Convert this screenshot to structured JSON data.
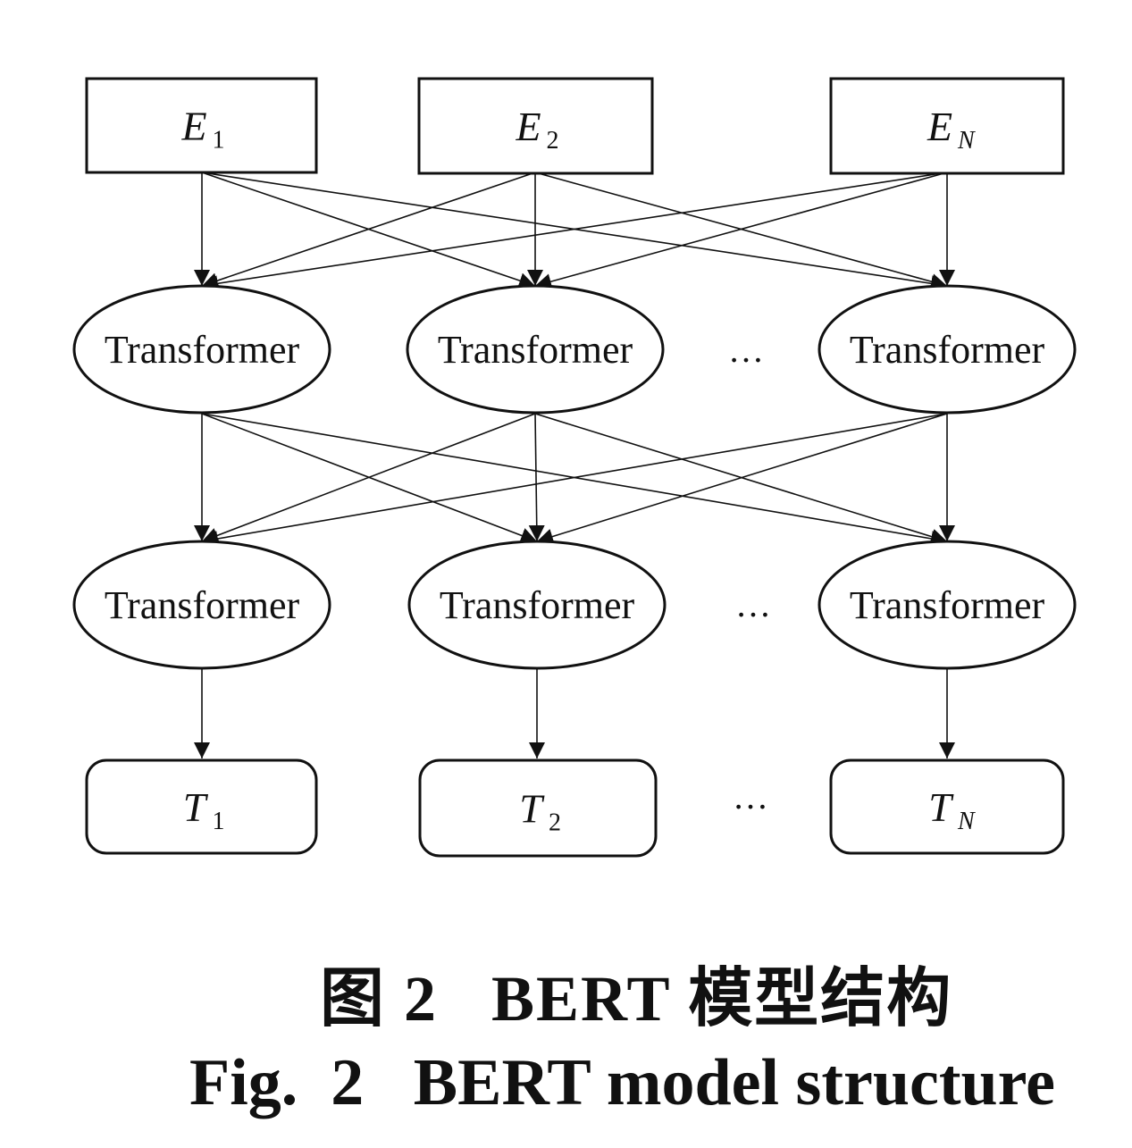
{
  "colors": {
    "stroke": "#111111",
    "background": "#ffffff"
  },
  "inputs": [
    {
      "letter": "E",
      "sub": "1"
    },
    {
      "letter": "E",
      "sub": "2"
    },
    {
      "letter": "E",
      "sub": "N"
    }
  ],
  "layers": [
    {
      "nodes": [
        "Transformer",
        "Transformer",
        "Transformer"
      ],
      "ellipsis": "…"
    },
    {
      "nodes": [
        "Transformer",
        "Transformer",
        "Transformer"
      ],
      "ellipsis": "…"
    }
  ],
  "outputs": [
    {
      "letter": "T",
      "sub": "1"
    },
    {
      "letter": "T",
      "sub": "2"
    },
    {
      "letter": "T",
      "sub": "N"
    }
  ],
  "output_ellipsis": "…",
  "caption": {
    "cn": "图 2   BERT 模型结构",
    "en": "Fig.  2   BERT model structure"
  }
}
